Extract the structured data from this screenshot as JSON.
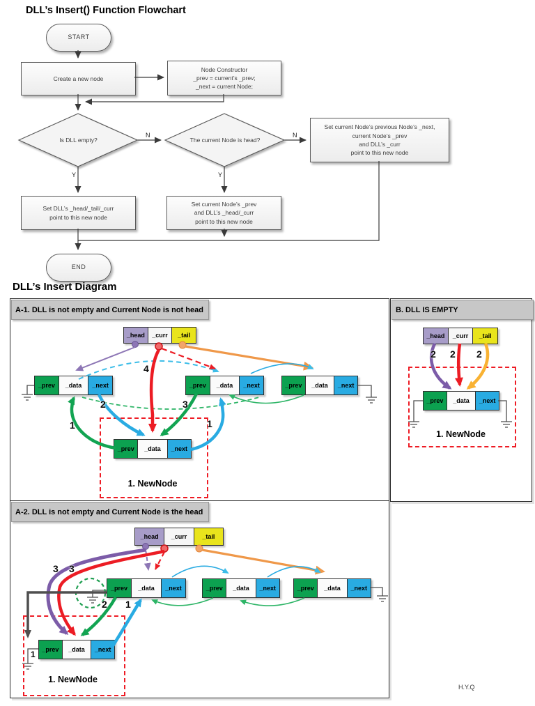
{
  "flowchart": {
    "title": "DLL’s Insert() Function Flowchart",
    "start_label": "START",
    "create_label": "Create a new node",
    "constructor_lines": [
      "Node Constructor",
      "_prev  = current’s _prev;",
      "_next = current Node;"
    ],
    "decision1": "Is DLL empty?",
    "decision2": "The current Node is head?",
    "label_n": "N",
    "label_y": "Y",
    "right_box_lines": [
      "Set current Node’s previous Node’s _next,",
      "current Node’s _prev",
      "and DLL’s _curr",
      "point to this new node"
    ],
    "left_box_lines": [
      "Set DLL’s _head/_tail/_curr",
      "point to this new node"
    ],
    "mid_box_lines": [
      "Set current Node’s _prev",
      "and  DLL’s _head/_curr",
      "point to this new node"
    ],
    "end_label": "END"
  },
  "diagram": {
    "title": "DLL’s Insert Diagram",
    "pointer_labels": {
      "head": "_head",
      "curr": "_curr",
      "tail": "_tail"
    },
    "cell_labels": {
      "prev": "_prev",
      "data": "_data",
      "next": "_next"
    },
    "panel_a1": {
      "header": "A-1. DLL is not empty and Current Node is not head",
      "n4": "4",
      "n2": "2",
      "n3": "3",
      "n1_left": "1",
      "n1_right": "1",
      "newnode_label": "1.  NewNode"
    },
    "panel_b": {
      "header": "B. DLL IS EMPTY",
      "n2a": "2",
      "n2b": "2",
      "n2c": "2",
      "newnode_label": "1.  NewNode"
    },
    "panel_a2": {
      "header": "A-2. DLL is not empty and Current Node is the head",
      "n3_outer": "3",
      "n3_inner": "3",
      "n2": "2",
      "n1_blue": "1",
      "n1_gray": "1",
      "newnode_label": "1.  NewNode"
    },
    "credit": "H.Y.Q"
  },
  "colors": {
    "head_fill": "#a79cc8",
    "tail_fill": "#e9e41c",
    "prev_fill": "#0ca150",
    "next_fill": "#29abe2",
    "red": "#ec1c24",
    "purple": "#7c5ca8",
    "orange": "#ef9849",
    "green": "#12a452",
    "blue": "#29abe2",
    "yellow": "#f9b233",
    "gray": "#4f4f4f",
    "header_bar": "#c7c7c7",
    "newnode_dash": "#ee1c25"
  }
}
